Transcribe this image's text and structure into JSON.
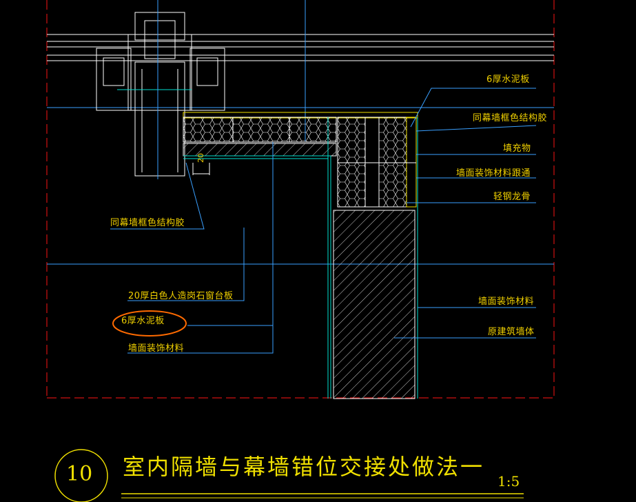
{
  "drawing": {
    "title": "室内隔墙与幕墙错位交接处做法一",
    "number": "10",
    "scale": "1:5",
    "dimension": "20"
  },
  "labels_right": [
    "6厚水泥板",
    "同幕墙框色结构胶",
    "填充物",
    "墙面装饰材料跟通",
    "轻钢龙骨",
    "墙面装饰材料",
    "原建筑墙体"
  ],
  "labels_left": [
    "同幕墙框色结构胶",
    "20厚白色人造岗石窗台板",
    "6厚水泥板",
    "墙面装饰材料"
  ],
  "colors": {
    "background": "#000000",
    "text": "#f0d000",
    "leader": "#3aa0ff",
    "outline": "#ffffff",
    "border": "#d01010",
    "fill_lines": "#00e0d0",
    "highlight": "#ff6a00"
  }
}
